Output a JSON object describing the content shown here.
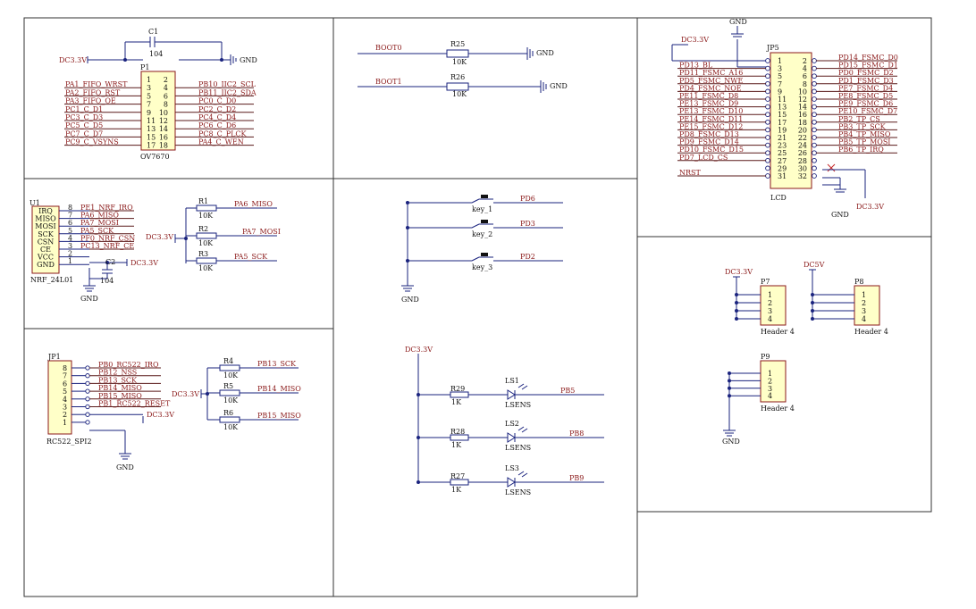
{
  "ov7670": {
    "power": "DC3.3V",
    "cap": "C1",
    "cap_val": "104",
    "gnd": "GND",
    "ref": "P1",
    "value": "OV7670",
    "left_nets": [
      "PA1_FIFO_WRST",
      "PA2_FIFO_RST",
      "PA3_FIFO_OE",
      "PC1_C_D1",
      "PC3_C_D3",
      "PC5_C_D5",
      "PC7_C_D7",
      "PC9_C_VSYNS"
    ],
    "right_nets": [
      "PB10_IIC2_SCL",
      "PB11_IIC2_SDA",
      "PC0_C_D0",
      "PC2_C_D2",
      "PC4_C_D4",
      "PC6_C_D6",
      "PC8_C_PLCK",
      "PA4_C_WEN"
    ],
    "left_pins": [
      "1",
      "3",
      "5",
      "7",
      "9",
      "11",
      "13",
      "15",
      "17"
    ],
    "right_pins": [
      "2",
      "4",
      "6",
      "8",
      "10",
      "12",
      "14",
      "16",
      "18"
    ]
  },
  "boot": {
    "boot0": "BOOT0",
    "boot1": "BOOT1",
    "r25": "R25",
    "r26": "R26",
    "rval": "10K",
    "gnd": "GND"
  },
  "lcd": {
    "gnd_top": "GND",
    "power": "DC3.3V",
    "ref": "JP5",
    "value": "LCD",
    "gnd_bottom": "GND",
    "power_bottom": "DC3.3V",
    "left_nets": [
      "",
      "PD13_BL",
      "PD11_FSMC_A16",
      "PD5_FSMC_NWE",
      "PD4_FSMC_NOE",
      "PE11_FSMC_D8",
      "PE13_FSMC_D9",
      "PE13_FSMC_D10",
      "PE14_FSMC_D11",
      "PE15_FSMC_D12",
      "PD8_FSMC_D13",
      "PD9_FSMC_D14",
      "PD10_FSMC_D15",
      "PD7_LCD_CS",
      "",
      "NRST"
    ],
    "right_nets": [
      "PD14_FSMC_D0",
      "PD15_FSMC_D1",
      "PD0_FSMC_D2",
      "PD1_FSMC_D3",
      "PE7_FSMC_D4",
      "PE8_FSMC_D5",
      "PE9_FSMC_D6",
      "PE10_FSMC_D7",
      "PB2_TP_CS",
      "PB3_TP_SCK",
      "PB4_TP_MISO",
      "PB5_TP_MOSI",
      "PB6_TP_IRQ",
      "",
      "",
      ""
    ],
    "left_pins": [
      "1",
      "3",
      "5",
      "7",
      "9",
      "11",
      "13",
      "15",
      "17",
      "19",
      "21",
      "23",
      "25",
      "27",
      "29",
      "31"
    ],
    "right_pins": [
      "2",
      "4",
      "6",
      "8",
      "10",
      "12",
      "14",
      "16",
      "18",
      "20",
      "22",
      "24",
      "26",
      "28",
      "30",
      "32"
    ]
  },
  "nrf": {
    "ref": "U1",
    "value": "NRF_24L01",
    "pin_names": [
      "IRQ",
      "MISO",
      "MOSI",
      "SCK",
      "CSN",
      "CE",
      "VCC",
      "GND"
    ],
    "pin_nums": [
      "8",
      "7",
      "6",
      "5",
      "4",
      "3",
      "2",
      "1"
    ],
    "nets": [
      "PE1_NRF_IRQ",
      "PA6_MISO",
      "PA7_MOSI",
      "PA5_SCK",
      "PF0_NRF_CSN",
      "PC13_NRF_CE",
      "",
      ""
    ],
    "power": "DC3.3V",
    "cap": "C2",
    "cap_val": "104",
    "gnd": "GND",
    "pull_power": "DC3.3V",
    "r1": "R1",
    "r2": "R2",
    "r3": "R3",
    "rval": "10K",
    "r1_net": "PA6_MISO",
    "r2_net": "PA7_MOSI",
    "r3_net": "PA5_SCK"
  },
  "keys": {
    "key1": "key_1",
    "key2": "key_2",
    "key3": "key_3",
    "net1": "PD6",
    "net2": "PD3",
    "net3": "PD2",
    "gnd": "GND"
  },
  "headers": {
    "p7_power": "DC3.3V",
    "p7": "P7",
    "p7_value": "Header 4",
    "p8_power": "DC5V",
    "p8": "P8",
    "p8_value": "Header 4",
    "p9": "P9",
    "p9_value": "Header 4",
    "gnd": "GND",
    "pins": [
      "1",
      "2",
      "3",
      "4"
    ]
  },
  "rc522": {
    "ref": "JP1",
    "value": "RC522_SPI2",
    "pin_nums": [
      "8",
      "7",
      "6",
      "5",
      "4",
      "3",
      "2",
      "1"
    ],
    "nets": [
      "PB0_RC522_IRQ",
      "PB12_NSS",
      "PB13_SCK",
      "PB14_MISO",
      "PB15_MISO",
      "PB1_RC522_RESET",
      "DC3.3V",
      ""
    ],
    "gnd": "GND",
    "pull_power": "DC3.3V",
    "r4": "R4",
    "r5": "R5",
    "r6": "R6",
    "rval": "10K",
    "r4_net": "PB13_SCK",
    "r5_net": "PB14_MISO",
    "r6_net": "PB15_MISO"
  },
  "light": {
    "power": "DC3.3V",
    "r29": "R29",
    "r28": "R28",
    "r27": "R27",
    "rval": "1K",
    "ls1": "LS1",
    "ls2": "LS2",
    "ls3": "LS3",
    "ls_val": "LSENS",
    "net1": "PB5",
    "net2": "PB8",
    "net3": "PB9"
  }
}
